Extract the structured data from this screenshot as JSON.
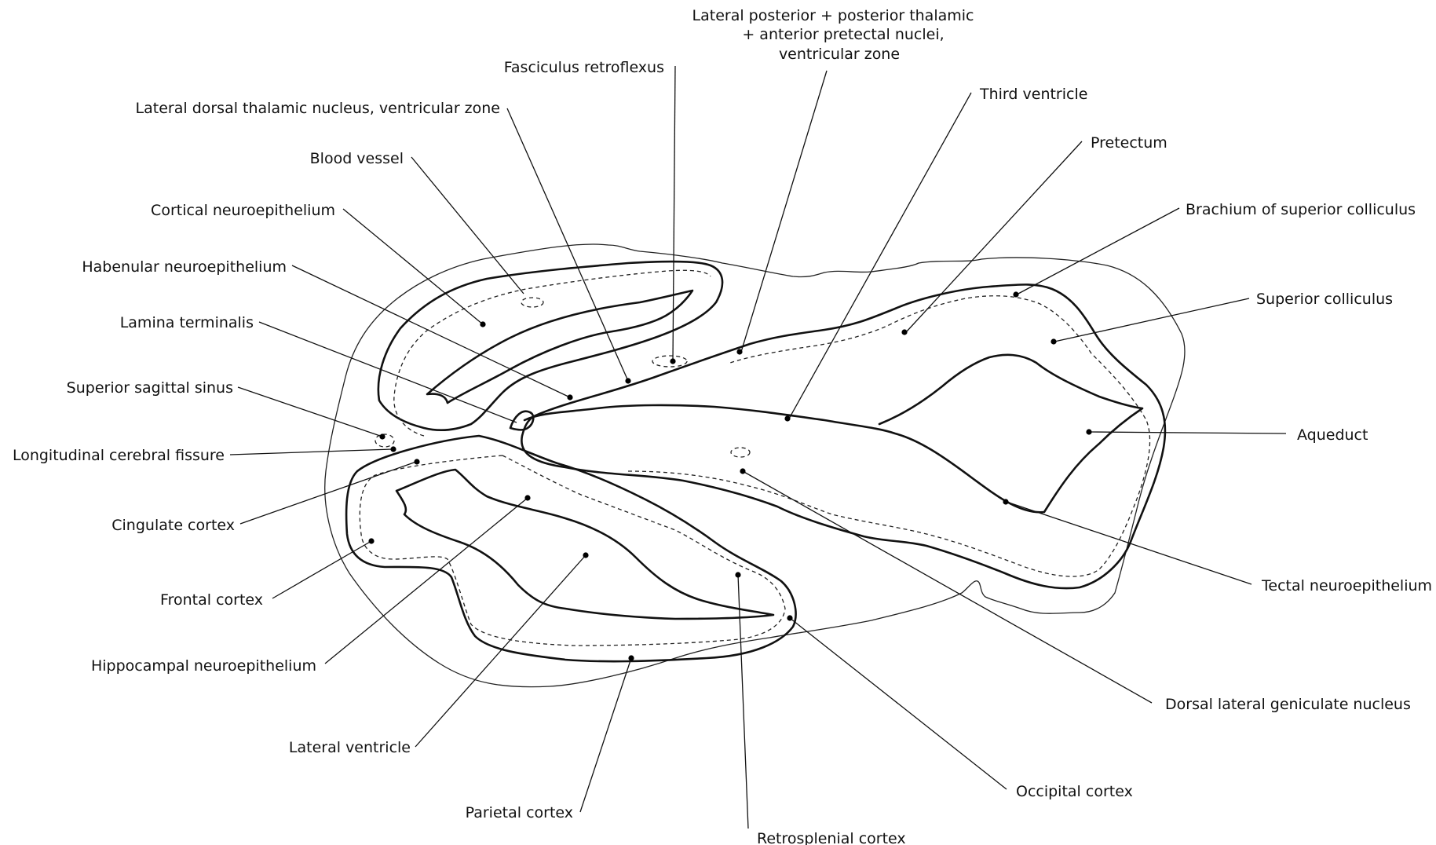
{
  "labels": {
    "lateral_posterior": [
      "Lateral posterior + posterior thalamic",
      "+ anterior pretectal nuclei,",
      "ventricular zone"
    ],
    "fasciculus_retroflexus": "Fasciculus retroflexus",
    "third_ventricle": "Third ventricle",
    "lateral_dorsal": "Lateral dorsal thalamic nucleus, ventricular zone",
    "pretectum": "Pretectum",
    "blood_vessel": "Blood vessel",
    "brachium": "Brachium of superior colliculus",
    "cortical_neuroepithelium": "Cortical neuroepithelium",
    "superior_colliculus": "Superior colliculus",
    "habenular_neuroepithelium": "Habenular neuroepithelium",
    "lamina_terminalis": "Lamina terminalis",
    "superior_sagittal_sinus": "Superior sagittal sinus",
    "aqueduct": "Aqueduct",
    "longitudinal_fissure": "Longitudinal cerebral fissure",
    "cingulate_cortex": "Cingulate cortex",
    "tectal_neuroepithelium": "Tectal neuroepithelium",
    "frontal_cortex": "Frontal cortex",
    "hippocampal_neuroepithelium": "Hippocampal neuroepithelium",
    "dorsal_lateral_geniculate": "Dorsal lateral geniculate nucleus",
    "lateral_ventricle": "Lateral ventricle",
    "occipital_cortex": "Occipital cortex",
    "parietal_cortex": "Parietal cortex",
    "retrosplenial_cortex": "Retrosplenial cortex"
  }
}
